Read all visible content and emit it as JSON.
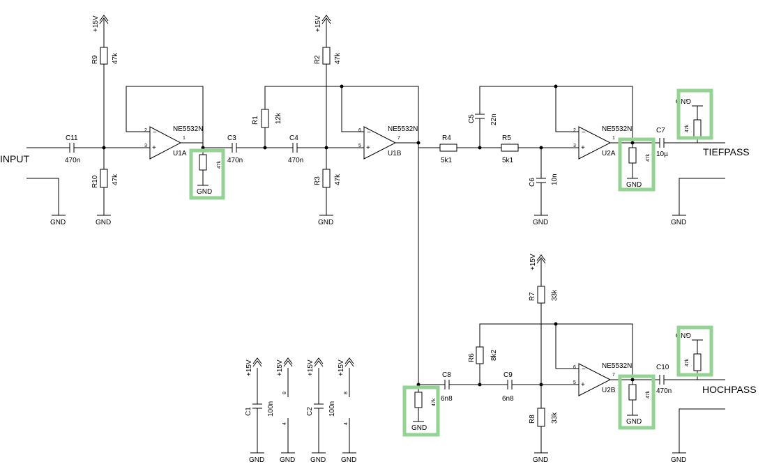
{
  "ports": {
    "input": "INPUT",
    "lowpass": "TIEFPASS",
    "highpass": "HOCHPASS"
  },
  "nets": {
    "gnd": "GND",
    "vcc": "+15V"
  },
  "components": {
    "r9": {
      "ref": "R9",
      "value": "47k"
    },
    "r10": {
      "ref": "R10",
      "value": "47k"
    },
    "r2": {
      "ref": "R2",
      "value": "47k"
    },
    "r3": {
      "ref": "R3",
      "value": "47k"
    },
    "r1": {
      "ref": "R1",
      "value": "12k"
    },
    "r4": {
      "ref": "R4",
      "value": "5k1"
    },
    "r5": {
      "ref": "R5",
      "value": "5k1"
    },
    "r6": {
      "ref": "R6",
      "value": "8k2"
    },
    "r7": {
      "ref": "R7",
      "value": "33k"
    },
    "r8": {
      "ref": "R8",
      "value": "33k"
    },
    "c11": {
      "ref": "C11",
      "value": "470n"
    },
    "c3": {
      "ref": "C3",
      "value": "470n"
    },
    "c4": {
      "ref": "C4",
      "value": "470n"
    },
    "c5": {
      "ref": "C5",
      "value": "22n"
    },
    "c6": {
      "ref": "C6",
      "value": "10n"
    },
    "c7": {
      "ref": "C7",
      "value": "10µ"
    },
    "c8": {
      "ref": "C8",
      "value": "6n8"
    },
    "c9": {
      "ref": "C9",
      "value": "6n8"
    },
    "c10": {
      "ref": "C10",
      "value": "470n"
    },
    "c1": {
      "ref": "C1",
      "value": "100n"
    },
    "c2": {
      "ref": "C2",
      "value": "100n"
    },
    "u1a": {
      "ref": "U1A",
      "part": "NE5532N"
    },
    "u1b": {
      "ref": "U1B",
      "part": "NE5532N"
    },
    "u2a": {
      "ref": "U2A",
      "part": "NE5532N"
    },
    "u2b": {
      "ref": "U2B",
      "part": "NE5532N"
    },
    "load_resistor_value": "47k"
  },
  "pins": {
    "p1": "1",
    "p2": "2",
    "p3": "3",
    "p4": "4",
    "p5": "5",
    "p6": "6",
    "p7": "7",
    "p8": "8"
  },
  "highlight_color": "#93d393"
}
